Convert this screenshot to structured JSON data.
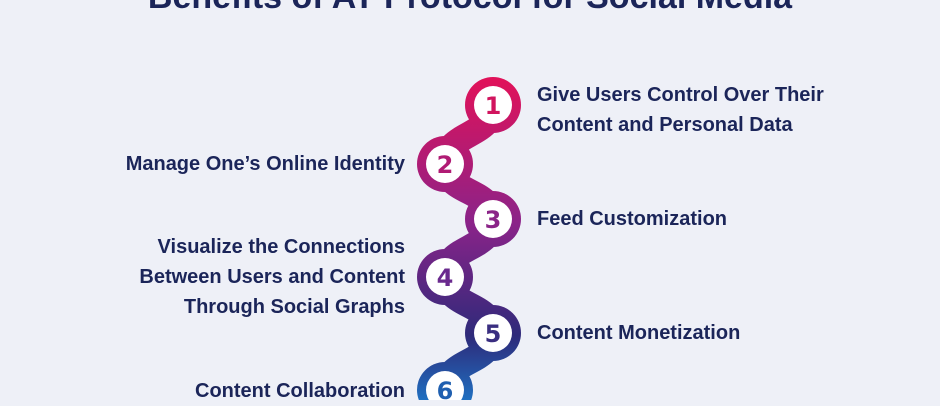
{
  "title": "Benefits of AT Protocol for Social Media",
  "steps": [
    {
      "number": "1",
      "label_lines": [
        "Give Users Control Over Their",
        "Content and Personal Data"
      ],
      "color": "#D1145E"
    },
    {
      "number": "2",
      "label_lines": [
        "Manage One’s Online Identity"
      ],
      "color": "#B01B74"
    },
    {
      "number": "3",
      "label_lines": [
        "Feed Customization"
      ],
      "color": "#8B2488"
    },
    {
      "number": "4",
      "label_lines": [
        "Visualize the Connections",
        "Between Users and Content",
        "Through Social Graphs"
      ],
      "color": "#6A2A8E"
    },
    {
      "number": "5",
      "label_lines": [
        "Content Monetization"
      ],
      "color": "#3A2E80"
    },
    {
      "number": "6",
      "label_lines": [
        "Content Collaboration"
      ],
      "color": "#1F5FB0"
    }
  ],
  "colors": {
    "background": "#EEF0F7",
    "text": "#1B2559",
    "gradient_top": "#E0125A",
    "gradient_mid": "#8A2389",
    "gradient_low": "#2E2A7A",
    "gradient_bottom": "#1F6FC0"
  }
}
